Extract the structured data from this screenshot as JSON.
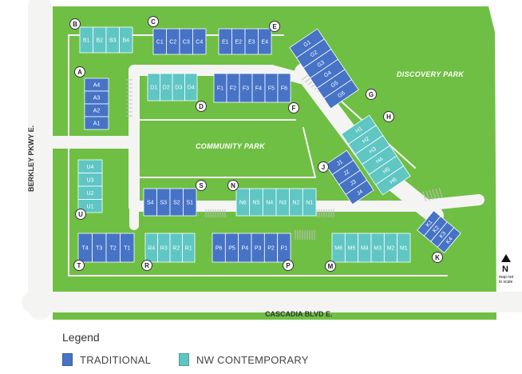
{
  "colors": {
    "traditional": "#4673c6",
    "contemporary": "#5fc6c4",
    "grass": "#6fbf44",
    "road": "#f4f4f2",
    "ink": "#333333"
  },
  "parks": {
    "discovery": "DISCOVERY PARK",
    "community": "COMMUNITY PARK"
  },
  "roads": {
    "cascadia": "CASCADIA BLVD E.",
    "berkley": "BERKLEY PKWY E."
  },
  "north": {
    "letter": "N",
    "note_line1": "map not",
    "note_line2": "to scale"
  },
  "legend": {
    "title": "Legend",
    "items": [
      {
        "label": "TRADITIONAL",
        "type": "traditional"
      },
      {
        "label": "NW CONTEMPORARY",
        "type": "contemporary"
      }
    ]
  },
  "markers": [
    "A",
    "B",
    "C",
    "D",
    "E",
    "F",
    "G",
    "H",
    "J",
    "K",
    "M",
    "N",
    "P",
    "R",
    "S",
    "T",
    "U"
  ],
  "buildings": [
    {
      "id": "B",
      "type": "contemporary",
      "lots": [
        "B1",
        "B2",
        "B3",
        "B4"
      ]
    },
    {
      "id": "C",
      "type": "traditional",
      "lots": [
        "C1",
        "C2",
        "C3",
        "C4"
      ]
    },
    {
      "id": "E",
      "type": "traditional",
      "lots": [
        "E1",
        "E2",
        "E3",
        "E4"
      ]
    },
    {
      "id": "A",
      "type": "traditional",
      "lots": [
        "A4",
        "A3",
        "A2",
        "A1"
      ]
    },
    {
      "id": "D",
      "type": "contemporary",
      "lots": [
        "D1",
        "D2",
        "D3",
        "D4"
      ]
    },
    {
      "id": "F",
      "type": "traditional",
      "lots": [
        "F1",
        "F2",
        "F3",
        "F4",
        "F5",
        "F6"
      ]
    },
    {
      "id": "G",
      "type": "traditional",
      "lots": [
        "G1",
        "G2",
        "G3",
        "G4",
        "G5",
        "G6"
      ]
    },
    {
      "id": "H",
      "type": "contemporary",
      "lots": [
        "H1",
        "H2",
        "H3",
        "H4",
        "H5",
        "H6"
      ]
    },
    {
      "id": "J",
      "type": "traditional",
      "lots": [
        "J1",
        "J2",
        "J3",
        "J4"
      ]
    },
    {
      "id": "K",
      "type": "traditional",
      "lots": [
        "K1",
        "K2",
        "K3",
        "K4"
      ]
    },
    {
      "id": "U",
      "type": "contemporary",
      "lots": [
        "U4",
        "U3",
        "U2",
        "U1"
      ]
    },
    {
      "id": "S",
      "type": "traditional",
      "lots": [
        "S4",
        "S3",
        "S2",
        "S1"
      ]
    },
    {
      "id": "N",
      "type": "contemporary",
      "lots": [
        "N6",
        "N5",
        "N4",
        "N3",
        "N2",
        "N1"
      ]
    },
    {
      "id": "T",
      "type": "traditional",
      "lots": [
        "T4",
        "T3",
        "T2",
        "T1"
      ]
    },
    {
      "id": "R",
      "type": "contemporary",
      "lots": [
        "R4",
        "R3",
        "R2",
        "R1"
      ]
    },
    {
      "id": "P",
      "type": "traditional",
      "lots": [
        "P6",
        "P5",
        "P4",
        "P3",
        "P2",
        "P1"
      ]
    },
    {
      "id": "M",
      "type": "contemporary",
      "lots": [
        "M6",
        "M5",
        "M4",
        "M3",
        "M2",
        "M1"
      ]
    }
  ]
}
